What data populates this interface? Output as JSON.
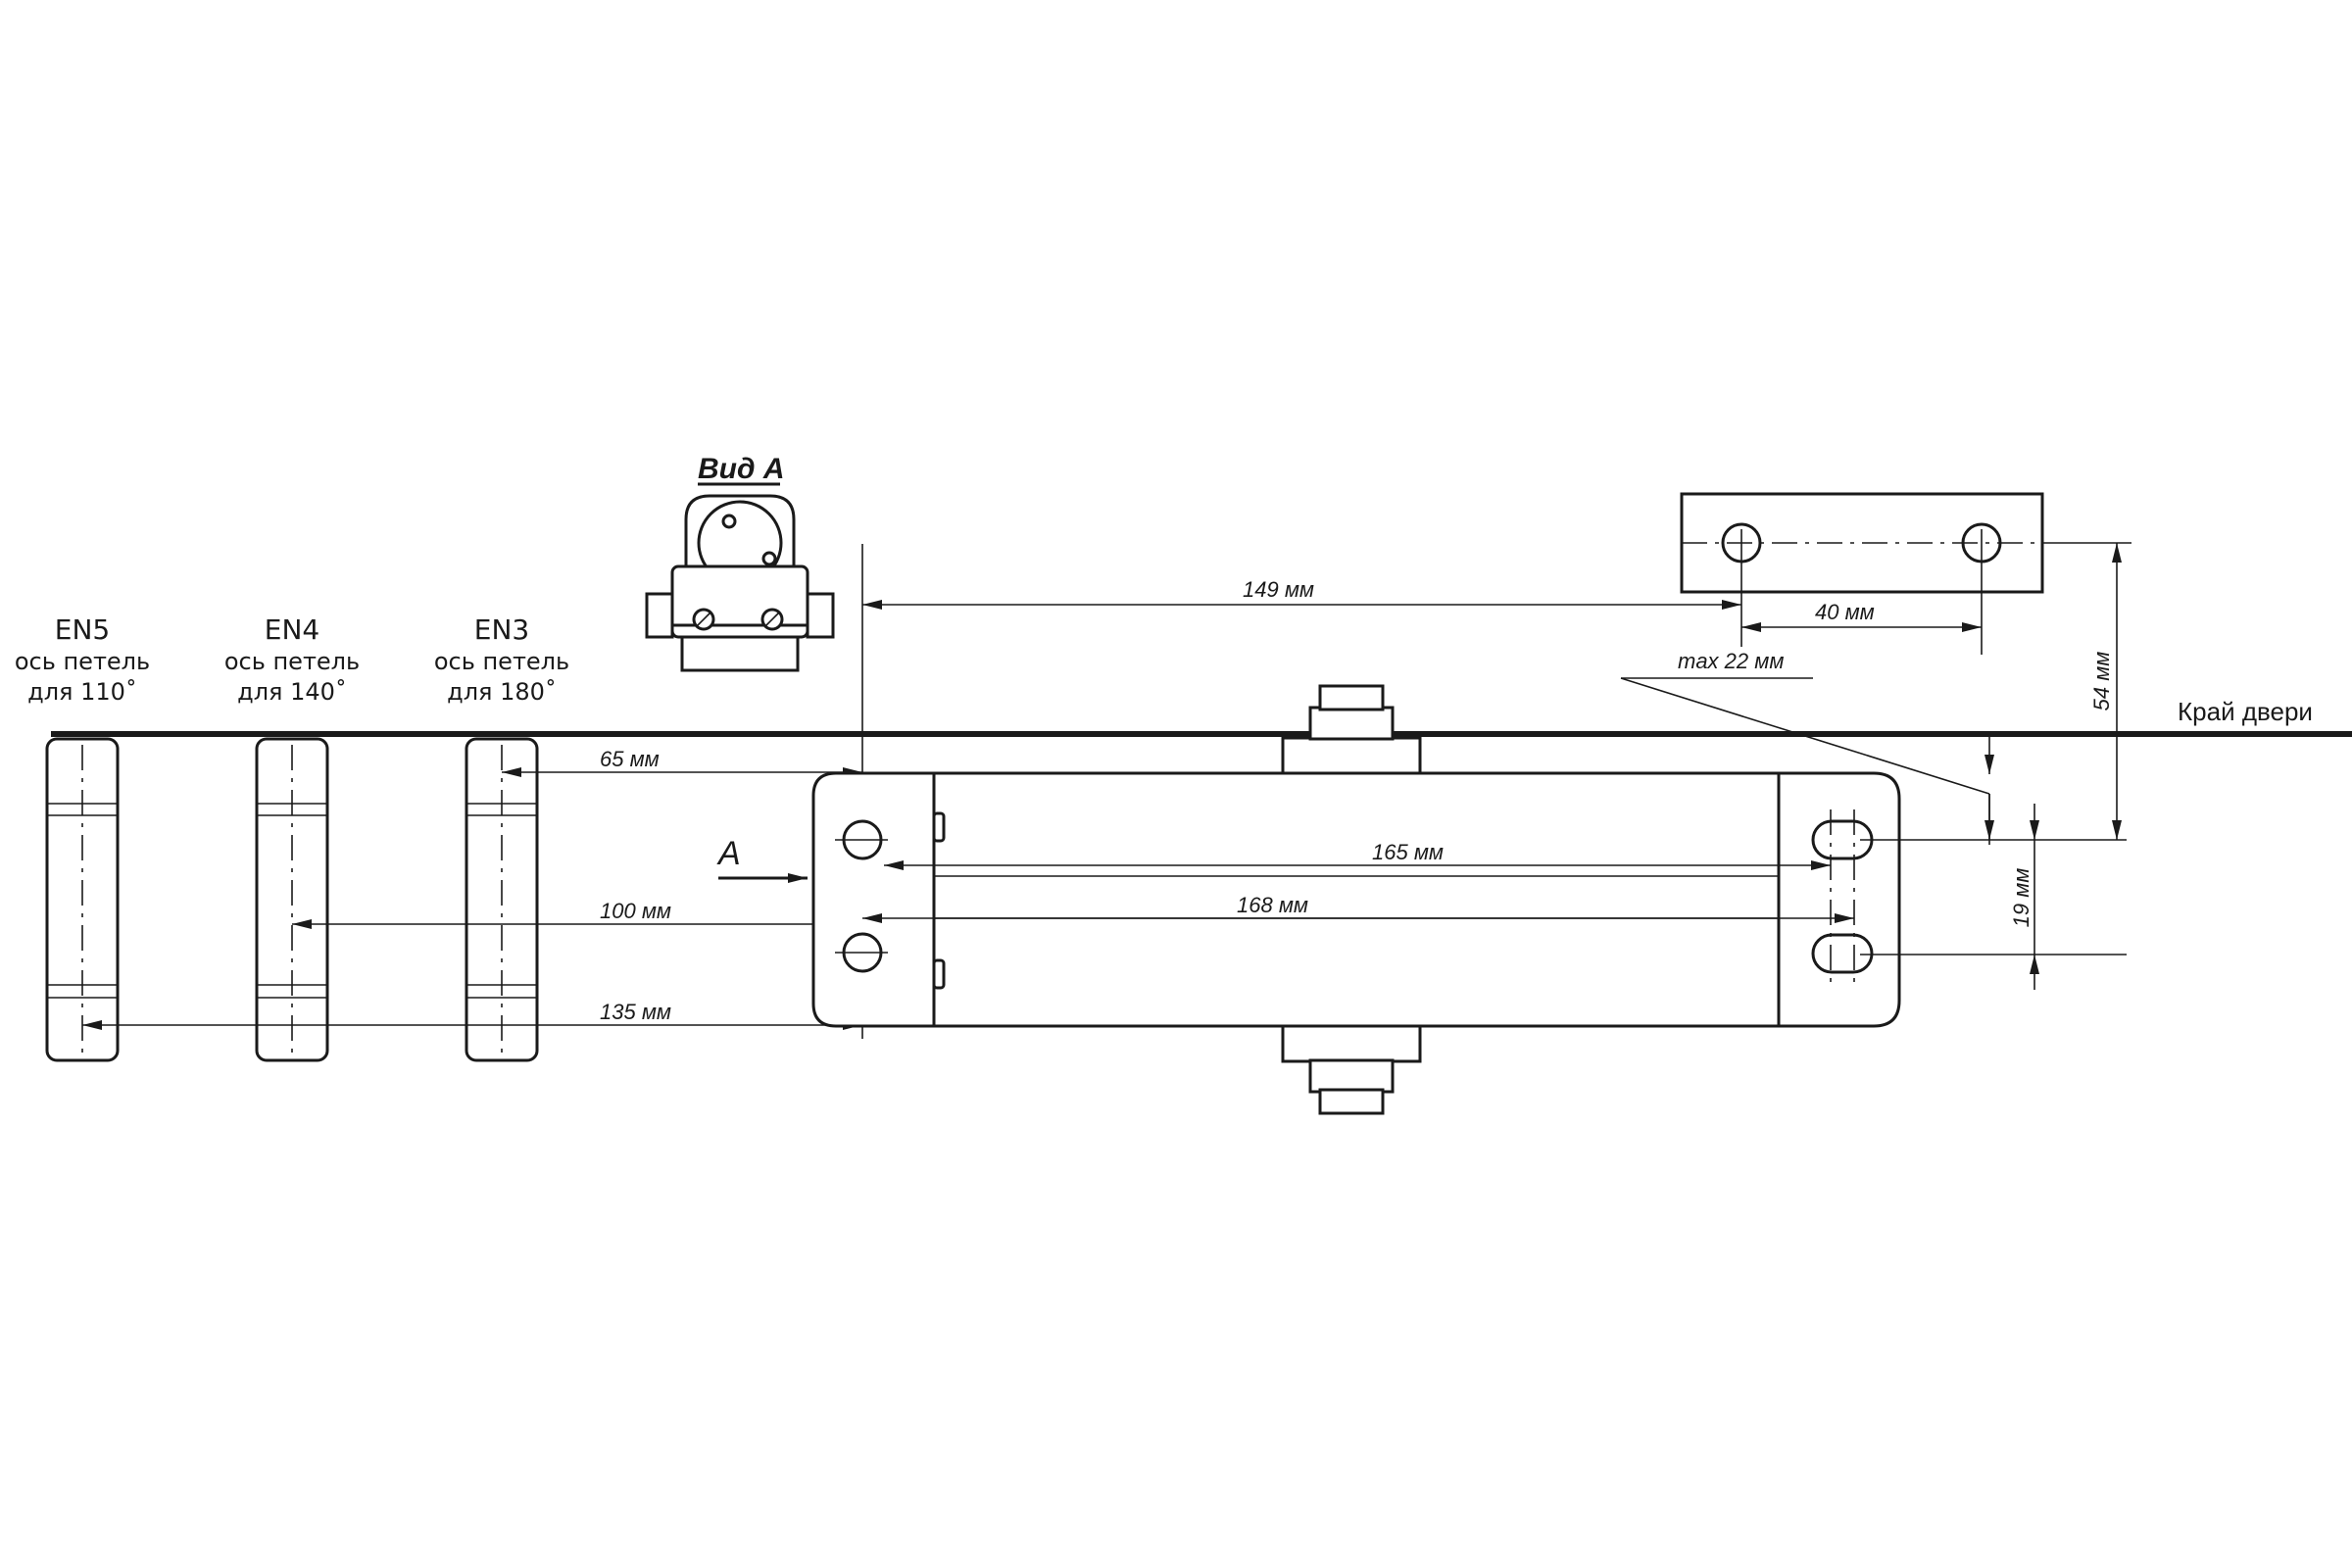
{
  "view_label": "Вид А",
  "arrow_label": "А",
  "door_edge_label": "Край двери",
  "hinge_axes": [
    {
      "model": "EN5",
      "line1": "ось петель",
      "line2": "для 110˚"
    },
    {
      "model": "EN4",
      "line1": "ось петель",
      "line2": "для 140˚"
    },
    {
      "model": "EN3",
      "line1": "ось петель",
      "line2": "для 180˚"
    }
  ],
  "dimensions": {
    "d149": "149 мм",
    "d40": "40 мм",
    "d54": "54 мм",
    "dmax22": "max 22 мм",
    "d65": "65 мм",
    "d165": "165 мм",
    "d100": "100 мм",
    "d168": "168 мм",
    "d135": "135 мм",
    "d19": "19 мм"
  }
}
